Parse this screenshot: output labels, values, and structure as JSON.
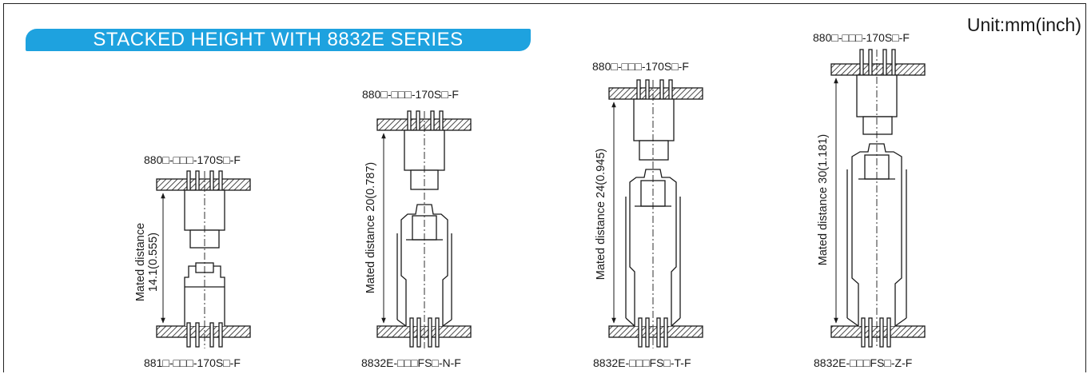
{
  "header": {
    "title": "STACKED HEIGHT  WITH 8832E SERIES",
    "unit": "Unit:mm(inch)"
  },
  "colors": {
    "banner": "#1ea2df",
    "line": "#1a1a1a"
  },
  "assemblies": [
    {
      "top_part": "880□-□□□-170S□-F",
      "bottom_part": "881□-□□□-170S□-F",
      "dimension_line1": "Mated distance",
      "dimension_line2": "14.1(0.555)",
      "mated_distance_mm": 14.1
    },
    {
      "top_part": "880□-□□□-170S□-F",
      "bottom_part": "8832E-□□□FS□-N-F",
      "dimension_line1": "Mated distance 20(0.787)",
      "mated_distance_mm": 20
    },
    {
      "top_part": "880□-□□□-170S□-F",
      "bottom_part": "8832E-□□□FS□-T-F",
      "dimension_line1": "Mated distance 24(0.945)",
      "mated_distance_mm": 24
    },
    {
      "top_part": "880□-□□□-170S□-F",
      "bottom_part": "8832E-□□□FS□-Z-F",
      "dimension_line1": "Mated distance 30(1.181)",
      "mated_distance_mm": 30
    }
  ]
}
